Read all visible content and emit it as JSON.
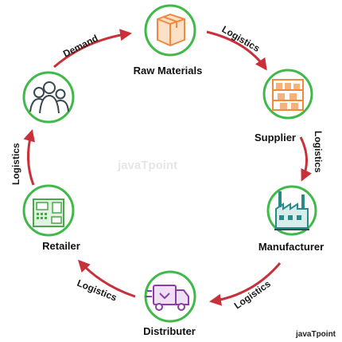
{
  "colors": {
    "node_ring": "#3fb94a",
    "arrow": "#c8303a",
    "icon_orange": "#f08a3c",
    "icon_teal": "#2a8a88",
    "icon_purple": "#8a3fa8",
    "icon_green": "#4aa84a",
    "icon_slate": "#3a4650"
  },
  "nodes": {
    "raw_materials": {
      "label": "Raw Materials",
      "icon": "box-icon"
    },
    "supplier": {
      "label": "Supplier",
      "icon": "warehouse-shelf-icon"
    },
    "manufacturer": {
      "label": "Manufacturer",
      "icon": "factory-icon"
    },
    "distributer": {
      "label": "Distributer",
      "icon": "delivery-truck-icon"
    },
    "retailer": {
      "label": "Retailer",
      "icon": "cash-register-icon"
    },
    "customers": {
      "icon": "people-group-icon"
    }
  },
  "arrows": {
    "customers_to_raw": "Demand",
    "raw_to_supplier": "Logistics",
    "supplier_to_manufacturer": "Logistics",
    "manufacturer_to_distributer": "Logistics",
    "distributer_to_retailer": "Logistics",
    "retailer_to_customers": "Logistics"
  },
  "watermark": "javaTpoint",
  "brand": "javaTpoint"
}
